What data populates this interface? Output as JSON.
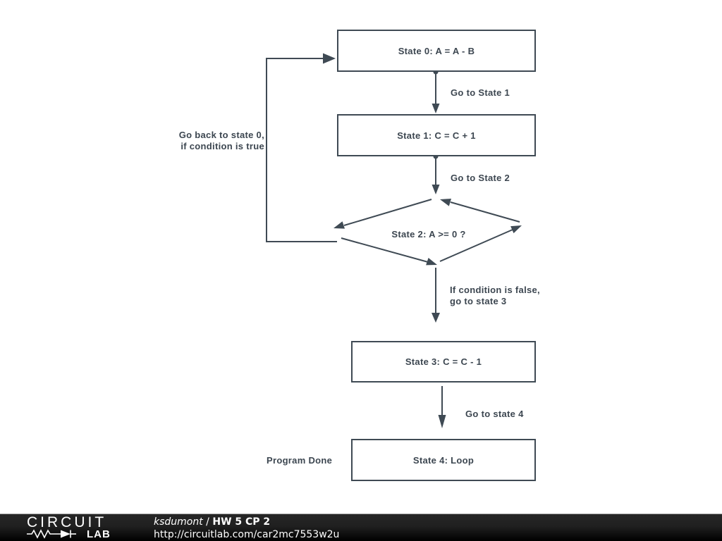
{
  "colors": {
    "stroke": "#3f4a54",
    "text": "#3c4650",
    "footer_text": "#ffffff"
  },
  "diagram": {
    "state0": "State 0: A = A - B",
    "state1": "State 1: C = C + 1",
    "state2": "State 2: A >= 0 ?",
    "state3": "State 3: C = C - 1",
    "state4": "State 4: Loop",
    "label_goto_state1": "Go to State 1",
    "label_goto_state2": "Go to State 2",
    "label_back": {
      "line1": "Go back to state 0,",
      "line2": "if condition is true"
    },
    "label_false": {
      "line1": "If condition is false,",
      "line2": "go to state 3"
    },
    "label_goto_state4": "Go to state 4",
    "label_program_done": "Program Done"
  },
  "footer": {
    "logo_top": "CIRCUIT",
    "logo_bottom": "LAB",
    "author": "ksdumont",
    "separator": " / ",
    "title": "HW 5 CP 2",
    "url": "http://circuitlab.com/car2mc7553w2u"
  }
}
